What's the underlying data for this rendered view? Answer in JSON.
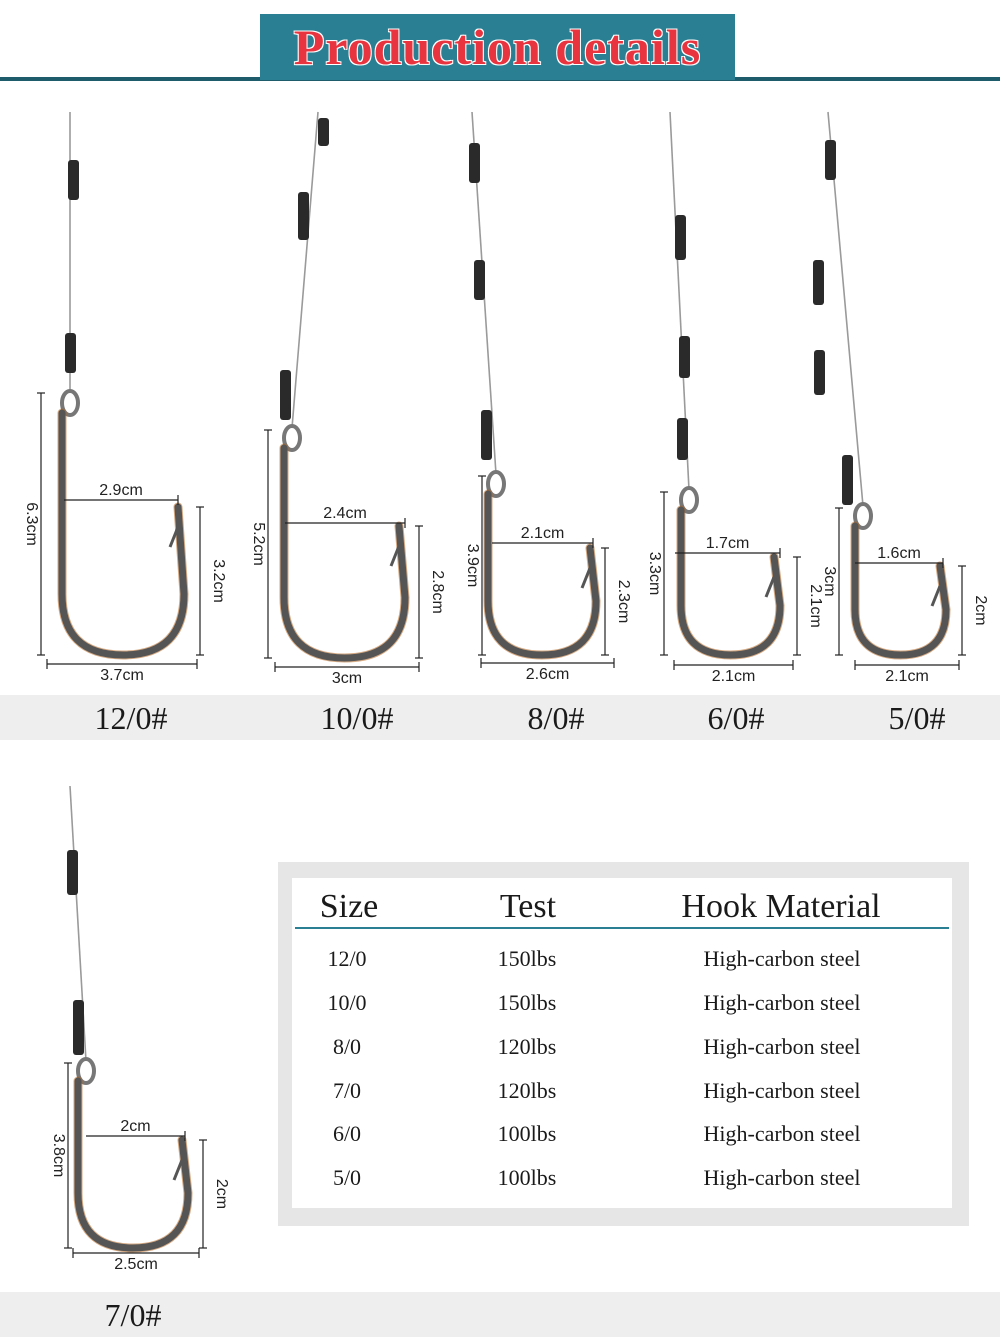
{
  "header": {
    "title": "Production details"
  },
  "hooks": [
    {
      "size_label": "12/0#",
      "gap": "2.9cm",
      "width": "3.7cm",
      "length": "6.3cm",
      "bend": "3.2cm"
    },
    {
      "size_label": "10/0#",
      "gap": "2.4cm",
      "width": "3cm",
      "length": "5.2cm",
      "bend": "2.8cm"
    },
    {
      "size_label": "8/0#",
      "gap": "2.1cm",
      "width": "2.6cm",
      "length": "3.9cm",
      "bend": "2.3cm"
    },
    {
      "size_label": "6/0#",
      "gap": "1.7cm",
      "width": "2.1cm",
      "length": "3.3cm",
      "bend": "2.1cm"
    },
    {
      "size_label": "5/0#",
      "gap": "1.6cm",
      "width": "2.1cm",
      "length": "3cm",
      "bend": "2cm"
    },
    {
      "size_label": "7/0#",
      "gap": "2cm",
      "width": "2.5cm",
      "length": "3.8cm",
      "bend": "2cm"
    }
  ],
  "table": {
    "headers": [
      "Size",
      "Test",
      "Hook Material"
    ],
    "rows": [
      [
        "12/0",
        "150lbs",
        "High-carbon steel"
      ],
      [
        "10/0",
        "150lbs",
        "High-carbon steel"
      ],
      [
        "8/0",
        "120lbs",
        "High-carbon steel"
      ],
      [
        "7/0",
        "120lbs",
        "High-carbon steel"
      ],
      [
        "6/0",
        "100lbs",
        "High-carbon steel"
      ],
      [
        "5/0",
        "100lbs",
        "High-carbon steel"
      ]
    ]
  },
  "colors": {
    "banner": "#2b7f92",
    "title": "#e8343f",
    "rule": "#1f5c6b",
    "hook_steel": "#555555",
    "hook_copper": "#b5651d"
  }
}
